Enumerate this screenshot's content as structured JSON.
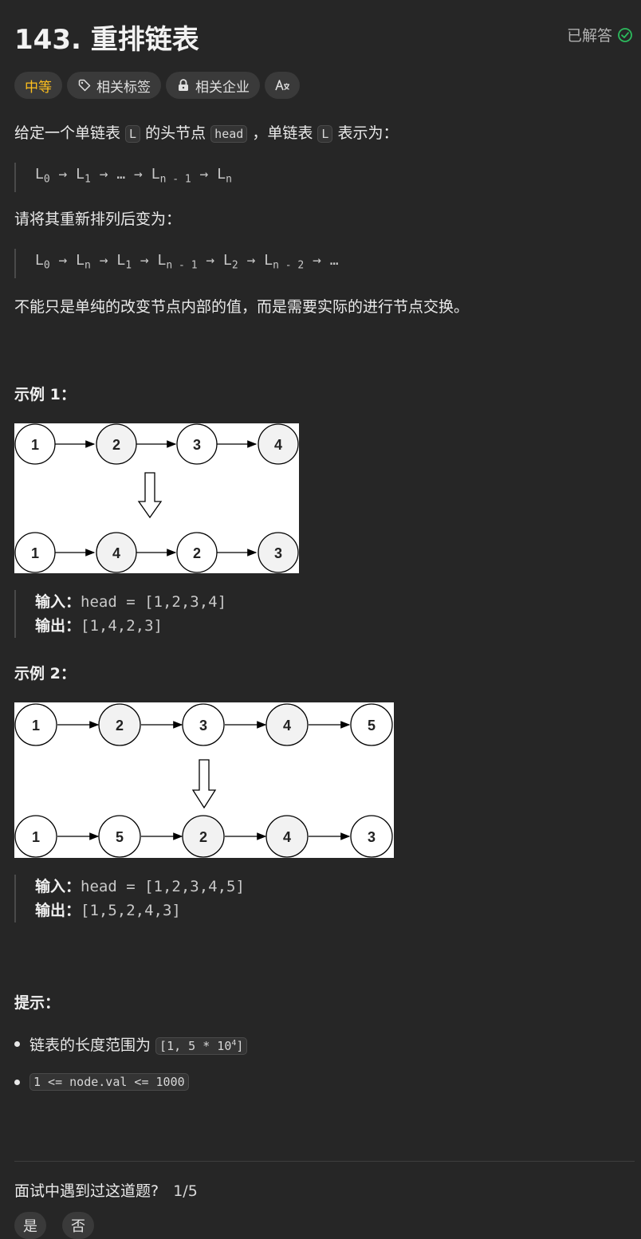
{
  "problem": {
    "title": "143. 重排链表",
    "solved_label": "已解答",
    "tags": {
      "difficulty": "中等",
      "related_tags": "相关标签",
      "related_companies": "相关企业"
    }
  },
  "description": {
    "p1_a": "给定一个单链表 ",
    "p1_code1": "L",
    "p1_b": " 的头节点 ",
    "p1_code2": "head",
    "p1_c": " ，单链表 ",
    "p1_code3": "L",
    "p1_d": " 表示为：",
    "p2": "请将其重新排列后变为：",
    "p3": "不能只是单纯的改变节点内部的值，而是需要实际的进行节点交换。"
  },
  "examples": [
    {
      "heading": "示例 1：",
      "input_label": "输入：",
      "input_value": "head = [1,2,3,4]",
      "output_label": "输出：",
      "output_value": "[1,4,2,3]",
      "top_row": [
        "1",
        "2",
        "3",
        "4"
      ],
      "bottom_row": [
        "1",
        "4",
        "2",
        "3"
      ]
    },
    {
      "heading": "示例 2：",
      "input_label": "输入：",
      "input_value": "head = [1,2,3,4,5]",
      "output_label": "输出：",
      "output_value": "[1,5,2,4,3]",
      "top_row": [
        "1",
        "2",
        "3",
        "4",
        "5"
      ],
      "bottom_row": [
        "1",
        "5",
        "2",
        "4",
        "3"
      ]
    }
  ],
  "hints": {
    "heading": "提示：",
    "item1_text": "链表的长度范围为 ",
    "item1_code_a": "[1, 5 * 10",
    "item1_code_sup": "4",
    "item1_code_b": "]",
    "item2_code": "1 <= node.val <= 1000"
  },
  "interview": {
    "question": "面试中遇到过这道题?",
    "count": "1/5",
    "yes": "是",
    "no": "否"
  }
}
